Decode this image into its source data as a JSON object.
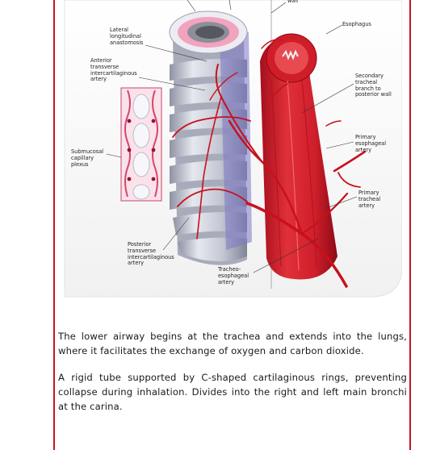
{
  "figure": {
    "labels": {
      "wall": "wall",
      "esophagus": "Esophagus",
      "lateral_anastomosis": "Lateral\nlongitudinal\nanastomosis",
      "anterior_artery": "Anterior\ntransverse\nintercartilaginous\nartery",
      "secondary_branch": "Secondary\ntracheal\nbranch to\nposterior wall",
      "submucosal_plexus": "Submucosal\ncapillary\nplexus",
      "primary_esophageal": "Primary\nesophageal\nartery",
      "primary_tracheal": "Primary\ntracheal\nartery",
      "posterior_artery": "Posterior\ntransverse\nintercartilaginous\nartery",
      "tracheo_esophageal": "Tracheo-\nesophageal\nartery"
    }
  },
  "text": {
    "paragraph_1": "The lower airway begins at the trachea and extends into the lungs, where it facilitates the exchange of oxygen and carbon dioxide.",
    "paragraph_2": "A rigid tube supported by C-shaped cartilaginous rings, preventing collapse during inhalation. Divides into the right and left main bronchi at the carina."
  },
  "colors": {
    "frame_red": "#c8141c",
    "muscle_red": "#d4232e",
    "cartilage_grey": "#c9ccd6",
    "mucosa_pink": "#f3a6bd"
  }
}
